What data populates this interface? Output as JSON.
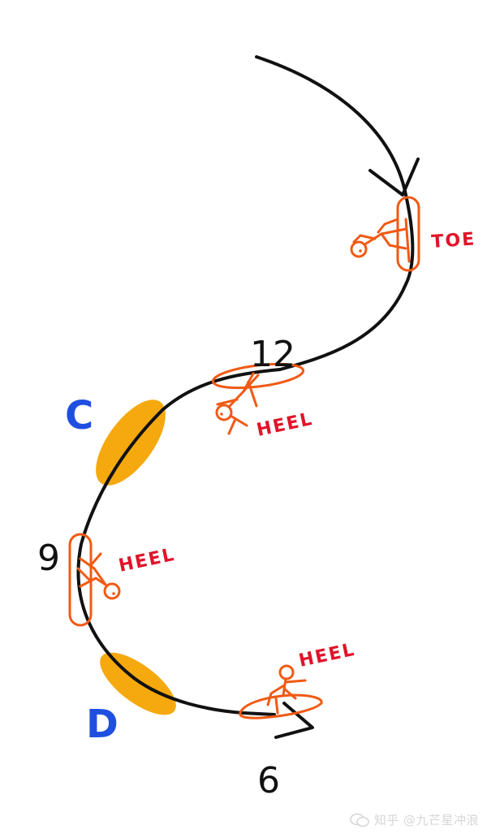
{
  "labels": {
    "top_number": "12",
    "left_number": "9",
    "bottom_number": "6",
    "zone_c": "C",
    "zone_d": "D"
  },
  "edges": {
    "toe": "TOE",
    "heel_top": "HEEL",
    "heel_left": "HEEL",
    "heel_bottom": "HEEL"
  },
  "watermark": {
    "text": "知乎 @九芒星冲浪"
  },
  "colors": {
    "path": "#111111",
    "surfer": "#f05a14",
    "zone": "#f5a90f",
    "edge_label": "#e0142a",
    "zone_label": "#1f4fe0"
  }
}
